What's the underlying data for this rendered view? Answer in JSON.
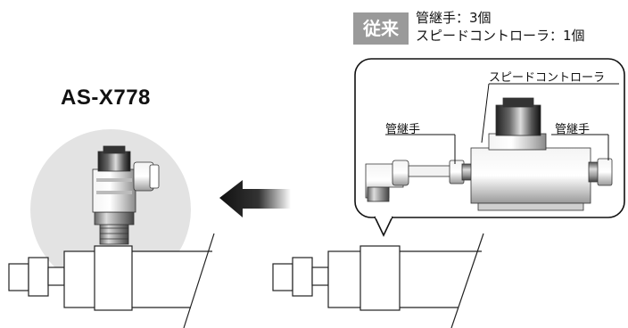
{
  "product": {
    "name": "AS-X778"
  },
  "conventional": {
    "badge": "従来",
    "line1": "管継手：3個",
    "line2": "スピードコントローラ：1個"
  },
  "callout": {
    "speed_controller_label": "スピードコントローラ",
    "fitting_left_label": "管継手",
    "fitting_right_label": "管継手"
  },
  "colors": {
    "badge_gray": "#9a9a9a",
    "circle_gray": "#e3e3e3",
    "arrow": "#111111",
    "line": "#222222"
  }
}
